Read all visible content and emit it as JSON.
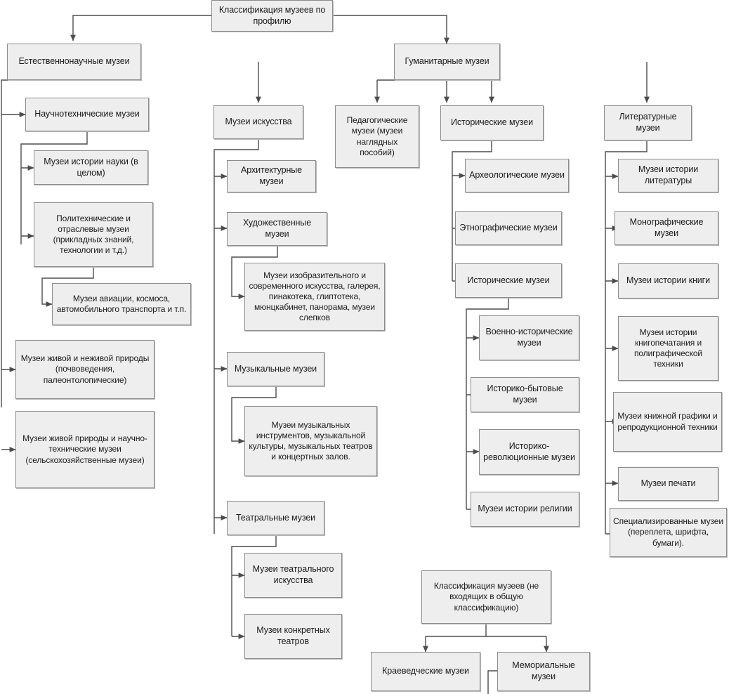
{
  "diagram": {
    "title": "Классификация музеев по профилю",
    "secondary_title": "Классификация музеев (не входящих в общую классификацию)",
    "colors": {
      "box_fill": "#eeeeee",
      "box_border": "#8c8c8c",
      "line": "#4d4d4d",
      "text": "#1b1b1b",
      "background": "#ffffff"
    },
    "nodes": {
      "root": "Классификация музеев по профилю",
      "natural_sciences": "Естественнонаучные музеи",
      "humanities": "Гуманитарные музеи",
      "sci_tech": "Научнотехнические музеи",
      "history_of_science": "Музеи истории науки (в целом)",
      "polytechnic": "Политехнические и отраслевые музеи (прикладных знаний, технологии и т.д.)",
      "aviation": "Музеи авиации, космоса, автомобильного транспорта и т.п.",
      "living_nonliving": "Музеи живой и неживой природы (почвоведения, палеонтолопические)",
      "living_nature": "Музеи живой природы и научно-технические музеи (сельскохозяйственные музеи)",
      "art": "Музеи искусства",
      "architecture": "Архитектурные музеи",
      "fine_art_museums": "Художественные музеи",
      "visual_modern_art": "Музеи изобразительного и современного искусства, галерея, пинакотека, глиптотека, мюнцкабинет, панорама, музеи слепков",
      "music": "Музыкальные музеи",
      "music_instruments": "Музеи музыкальных инструментов, музыкальной культуры, музыкальных театров и концертных залов.",
      "theatre": "Театральные музеи",
      "theatre_art": "Музеи театрального искусства",
      "specific_theatres": "Музеи конкретных театров",
      "pedagogical": "Педагогические музеи (музеи наглядных пособий)",
      "historical": "Исторические музеи",
      "archaeological": "Археологические музеи",
      "ethnographic": "Этнографические музеи",
      "historical_2": "Исторические музеи",
      "military_history": "Военно-исторические музеи",
      "historical_everyday": "Историко-бытовые музеи",
      "historical_revolution": "Историко-революционные музеи",
      "history_of_religion": "Музеи истории религии",
      "literary": "Литературные музеи",
      "history_of_literature": "Музеи истории литературы",
      "monographic": "Монографические музеи",
      "history_of_book": "Музеи истории книги",
      "printing_history": "Музеи истории книгопечатания и полиграфической техники",
      "book_graphics": "Музеи книжной графики и репродукционной техники",
      "press": "Музеи печати",
      "specialized": "Специализированные музеи (переплета, шрифта, бумаги).",
      "outside_classification": "Классификация музеев (не входящих в общую классификацию)",
      "local_lore": "Краеведческие музеи",
      "memorial": "Мемориальные музеи"
    }
  }
}
